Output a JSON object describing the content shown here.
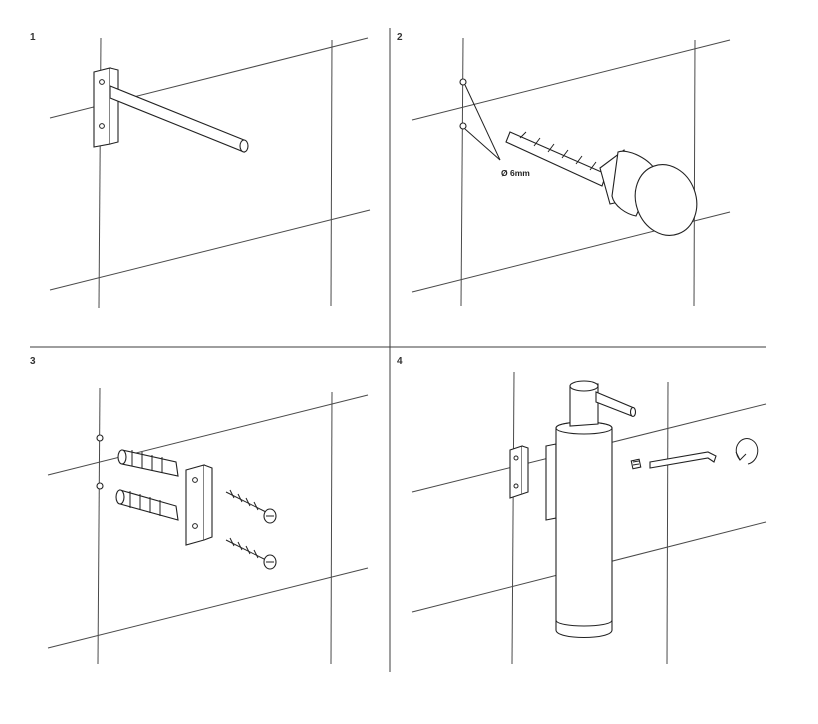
{
  "steps": [
    {
      "number": "1"
    },
    {
      "number": "2",
      "annotation": "Ø 6mm"
    },
    {
      "number": "3"
    },
    {
      "number": "4"
    }
  ],
  "colors": {
    "line": "#3c3c3c",
    "background": "#ffffff"
  }
}
